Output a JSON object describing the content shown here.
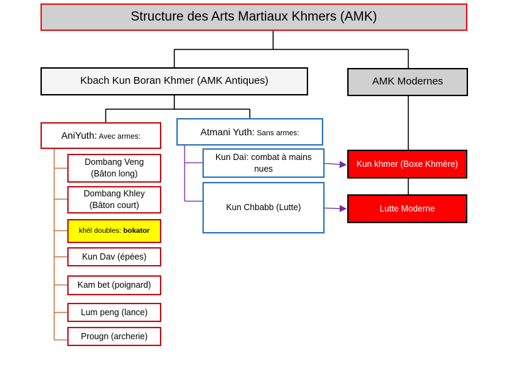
{
  "title": "Structure des Arts Martiaux Khmers (AMK)",
  "antiques": {
    "label": "Kbach Kun Boran Khmer (AMK Antiques)"
  },
  "modernes": {
    "label": "AMK Modernes",
    "items": [
      "Kun khmer (Boxe Khmère)",
      "Lutte Moderne"
    ]
  },
  "aniyuth": {
    "name": "AniYuth:",
    "sub": " Avec armes:",
    "items": [
      {
        "line1": "Dombang Veng",
        "line2": "(Bâton long)"
      },
      {
        "line1": "Dombang Khley",
        "line2": "(Bâton court)"
      },
      {
        "plain": "khèl doubles: ",
        "bold": "bokator"
      },
      {
        "line1": "Kun Dav (épées)"
      },
      {
        "line1": "Kam bet (poignard)"
      },
      {
        "line1": "Lum peng (lance)"
      },
      {
        "line1": "Prougn (archerie)"
      }
    ]
  },
  "atmani": {
    "name": "Atmani Yuth:",
    "sub": " Sans armes:",
    "items": [
      {
        "line1": "Kun Daï: combat à mains",
        "line2": "nues"
      },
      {
        "line1": "Kun Chbabb (Lutte)"
      }
    ]
  },
  "colors": {
    "title_border": "#e3141b",
    "aniyuth_border": "#c0141b",
    "atmani_border": "#2e75b6",
    "aniyuth_connector": "#c0652a",
    "atmani_connector": "#6f2da8",
    "modern_fill": "#ff0000",
    "highlight": "#ffff00"
  }
}
